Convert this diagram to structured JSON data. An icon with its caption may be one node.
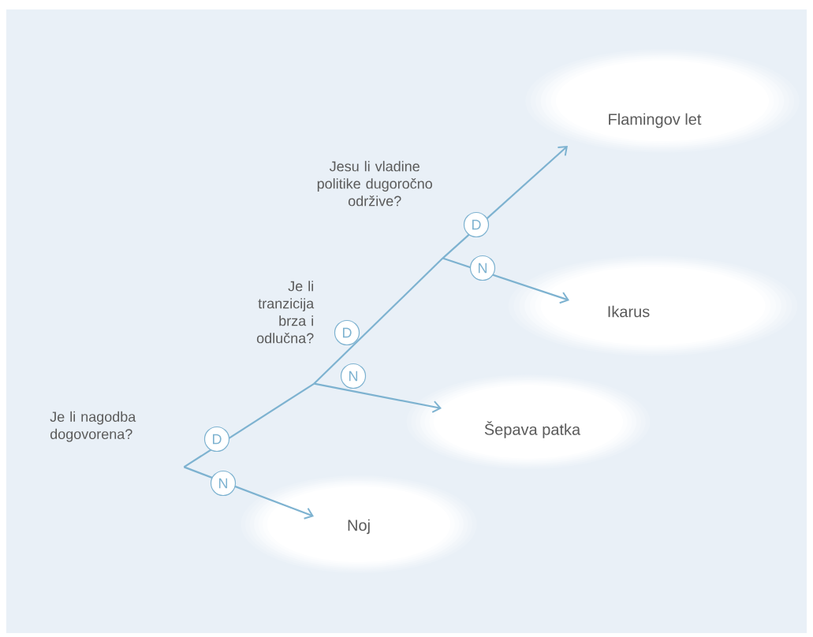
{
  "diagram": {
    "nodes": [
      {
        "text": [
          "Je li nagodba dogovorena?"
        ]
      },
      {
        "text": [
          "Je li tranzicija brza i odlučna?"
        ]
      },
      {
        "text": [
          "Jesu li vladine politike dugoročno održive?"
        ]
      },
      {
        "text": [
          "Flamingov let"
        ]
      },
      {
        "text": [
          "Ikarus"
        ]
      },
      {
        "text": [
          "Šepava patka"
        ]
      },
      {
        "text": [
          "Noj"
        ]
      }
    ],
    "edges": [
      {
        "from": 0,
        "to": 1,
        "arrow": "none",
        "label": "D"
      },
      {
        "from": 0,
        "to": 6,
        "arrow": "to",
        "label": "N"
      },
      {
        "from": 1,
        "to": 2,
        "arrow": "none",
        "label": "D"
      },
      {
        "from": 1,
        "to": 5,
        "arrow": "to",
        "label": "N"
      },
      {
        "from": 2,
        "to": 3,
        "arrow": "to",
        "label": "D"
      },
      {
        "from": 2,
        "to": 4,
        "arrow": "to",
        "label": "N"
      }
    ]
  }
}
